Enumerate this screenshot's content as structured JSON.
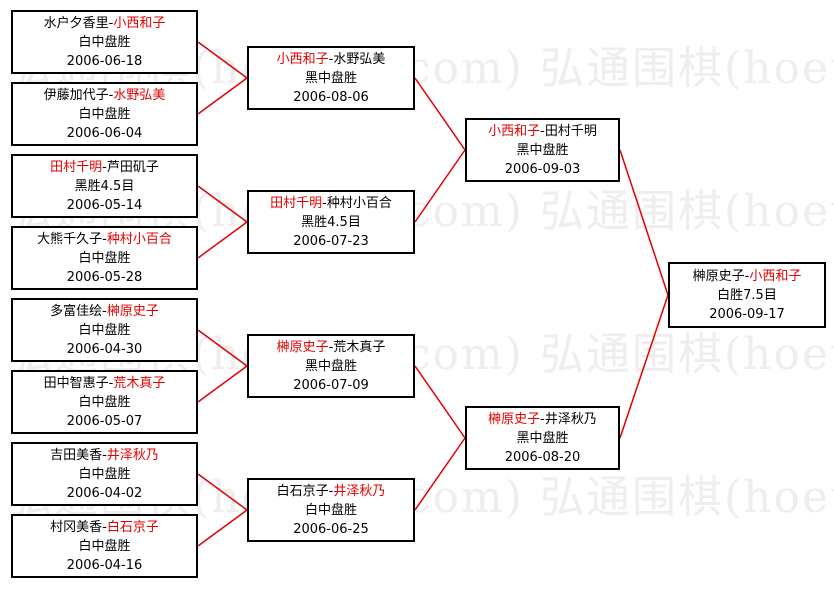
{
  "watermark": "弘通围棋(hoetom.com)",
  "colors": {
    "winner": "#e30000",
    "line": "#e30000",
    "border": "#000000"
  },
  "matches": [
    {
      "id": "r1m1",
      "p1": "水户夕香里",
      "p2": "小西和子",
      "winner": 2,
      "result": "白中盘胜",
      "date": "2006-06-18"
    },
    {
      "id": "r1m2",
      "p1": "伊藤加代子",
      "p2": "水野弘美",
      "winner": 2,
      "result": "白中盘胜",
      "date": "2006-06-04"
    },
    {
      "id": "r1m3",
      "p1": "田村千明",
      "p2": "芦田矶子",
      "winner": 1,
      "result": "黑胜4.5目",
      "date": "2006-05-14"
    },
    {
      "id": "r1m4",
      "p1": "大熊千久子",
      "p2": "种村小百合",
      "winner": 2,
      "result": "白中盘胜",
      "date": "2006-05-28"
    },
    {
      "id": "r1m5",
      "p1": "多富佳绘",
      "p2": "榊原史子",
      "winner": 2,
      "result": "白中盘胜",
      "date": "2006-04-30"
    },
    {
      "id": "r1m6",
      "p1": "田中智惠子",
      "p2": "荒木真子",
      "winner": 2,
      "result": "白中盘胜",
      "date": "2006-05-07"
    },
    {
      "id": "r1m7",
      "p1": "吉田美香",
      "p2": "井泽秋乃",
      "winner": 2,
      "result": "白中盘胜",
      "date": "2006-04-02"
    },
    {
      "id": "r1m8",
      "p1": "村冈美香",
      "p2": "白石京子",
      "winner": 2,
      "result": "白中盘胜",
      "date": "2006-04-16"
    },
    {
      "id": "r2m1",
      "p1": "小西和子",
      "p2": "水野弘美",
      "winner": 1,
      "result": "黑中盘胜",
      "date": "2006-08-06"
    },
    {
      "id": "r2m2",
      "p1": "田村千明",
      "p2": "种村小百合",
      "winner": 1,
      "result": "黑胜4.5目",
      "date": "2006-07-23"
    },
    {
      "id": "r2m3",
      "p1": "榊原史子",
      "p2": "荒木真子",
      "winner": 1,
      "result": "黑中盘胜",
      "date": "2006-07-09"
    },
    {
      "id": "r2m4",
      "p1": "白石京子",
      "p2": "井泽秋乃",
      "winner": 2,
      "result": "白中盘胜",
      "date": "2006-06-25"
    },
    {
      "id": "r3m1",
      "p1": "小西和子",
      "p2": "田村千明",
      "winner": 1,
      "result": "黑中盘胜",
      "date": "2006-09-03"
    },
    {
      "id": "r3m2",
      "p1": "榊原史子",
      "p2": "井泽秋乃",
      "winner": 1,
      "result": "黑中盘胜",
      "date": "2006-08-20"
    },
    {
      "id": "final",
      "p1": "榊原史子",
      "p2": "小西和子",
      "winner": 2,
      "result": "白胜7.5目",
      "date": "2006-09-17"
    }
  ]
}
